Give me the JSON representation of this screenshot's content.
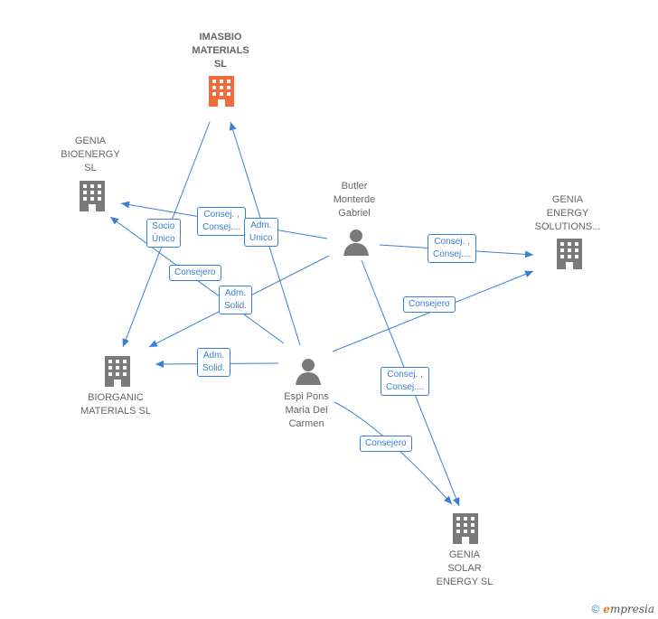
{
  "colors": {
    "edge": "#3b7fd4",
    "company": "#7a7a7a",
    "highlight": "#f26b3a",
    "person": "#7a7a7a"
  },
  "nodes": {
    "imasbio": {
      "lines": [
        "IMASBIO",
        "MATERIALS",
        "SL"
      ],
      "icon": "building-icon"
    },
    "genia_bioenergy": {
      "lines": [
        "GENIA",
        "BIOENERGY",
        "SL"
      ],
      "icon": "building-icon"
    },
    "genia_energy_solutions": {
      "lines": [
        "GENIA",
        "ENERGY",
        "SOLUTIONS..."
      ],
      "icon": "building-icon"
    },
    "biorganic": {
      "lines": [
        "BIORGANIC",
        "MATERIALS  SL"
      ],
      "icon": "building-icon"
    },
    "genia_solar": {
      "lines": [
        "GENIA",
        "SOLAR",
        "ENERGY  SL"
      ],
      "icon": "building-icon"
    },
    "butler": {
      "lines": [
        "Butler",
        "Monterde",
        "Gabriel"
      ],
      "icon": "person-icon"
    },
    "espi": {
      "lines": [
        "Espi Pons",
        "Maria Del",
        "Carmen"
      ],
      "icon": "person-icon"
    }
  },
  "edge_labels": {
    "socio_unico": [
      "Socio",
      "Único"
    ],
    "consej_1": [
      "Consej. ,",
      "Consej...."
    ],
    "adm_unico": [
      "Adm.",
      "Unico"
    ],
    "consejero_1": [
      "Consejero"
    ],
    "adm_solid_1": [
      "Adm.",
      "Solid."
    ],
    "consej_2": [
      "Consej. ,",
      "Consej...."
    ],
    "consejero_2": [
      "Consejero"
    ],
    "adm_solid_2": [
      "Adm.",
      "Solid."
    ],
    "consej_3": [
      "Consej. ,",
      "Consej...."
    ],
    "consejero_3": [
      "Consejero"
    ]
  },
  "footer": {
    "copyright": "©",
    "brand_first": "e",
    "brand_rest": "mpresia"
  }
}
